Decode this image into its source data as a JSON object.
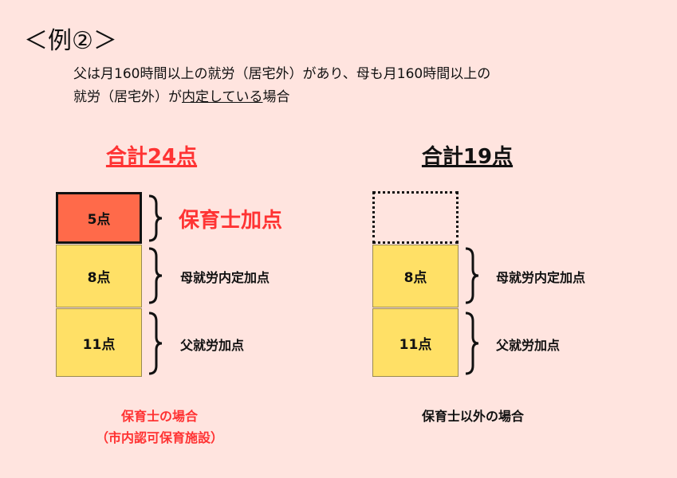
{
  "title": "＜例②＞",
  "description": {
    "line1": "父は月160時間以上の就労（居宅外）があり、母も月160時間以上の",
    "line2_prefix": "就労（居宅外）が",
    "line2_underlined": "内定している",
    "line2_suffix": "場合"
  },
  "left": {
    "total": "合計24点",
    "boxes": [
      "5点",
      "8点",
      "11点"
    ],
    "labels": [
      "保育士加点",
      "母就労内定加点",
      "父就労加点"
    ],
    "caption1": "保育士の場合",
    "caption2": "（市内認可保育施設）"
  },
  "right": {
    "total": "合計19点",
    "boxes": [
      "8点",
      "11点"
    ],
    "labels": [
      "母就労内定加点",
      "父就労加点"
    ],
    "caption": "保育士以外の場合"
  },
  "colors": {
    "background": "#FFE4DF",
    "accent_red": "#FF3333",
    "box_red": "#FF6A4A",
    "box_yellow": "#FFE066"
  }
}
